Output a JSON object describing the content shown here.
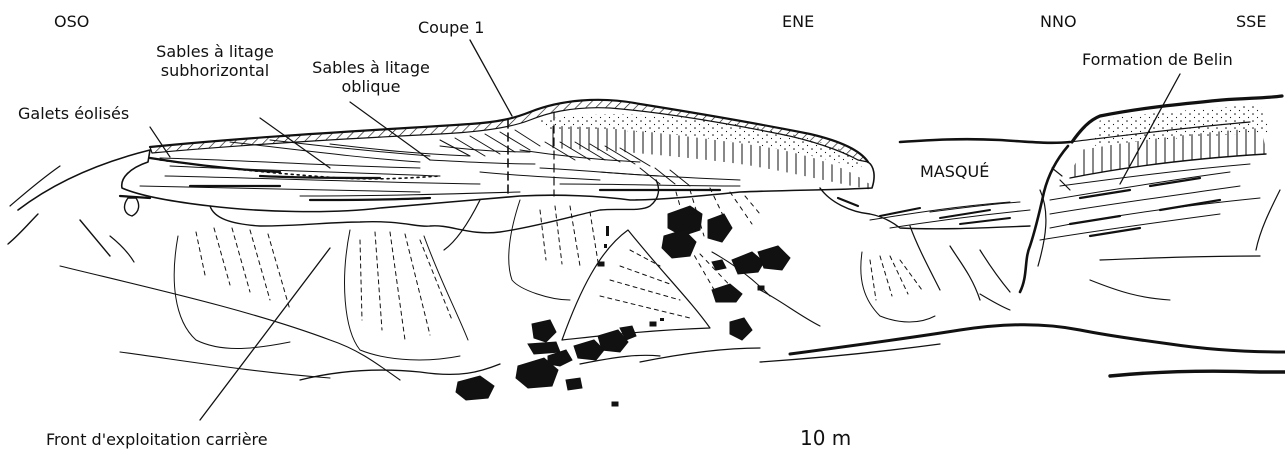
{
  "orientation": {
    "west": "OSO",
    "east_left": "ENE",
    "north_right": "NNO",
    "south_right": "SSE"
  },
  "labels": {
    "coupe": "Coupe 1",
    "sables_sub_1": "Sables à litage",
    "sables_sub_2": "subhorizontal",
    "sables_obl_1": "Sables à litage",
    "sables_obl_2": "oblique",
    "galets": "Galets éolisés",
    "formation": "Formation de Belin",
    "masque": "MASQUÉ",
    "front": "Front d'exploitation carrière",
    "scale": "10 m"
  },
  "colors": {
    "ink": "#111111",
    "paper": "#ffffff"
  }
}
